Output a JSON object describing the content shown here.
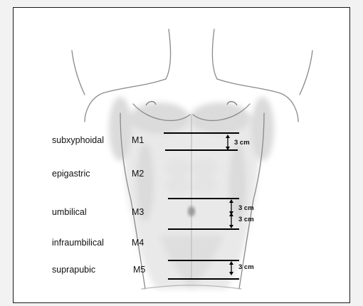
{
  "regions": [
    {
      "label": "subxyphoidal",
      "code": "M1"
    },
    {
      "label": "epigastric",
      "code": "M2"
    },
    {
      "label": "umbilical",
      "code": "M3"
    },
    {
      "label": "infraumbilical",
      "code": "M4"
    },
    {
      "label": "suprapubic",
      "code": "M5"
    }
  ],
  "measurements": [
    "3 cm",
    "3 cm",
    "3 cm",
    "3 cm"
  ]
}
